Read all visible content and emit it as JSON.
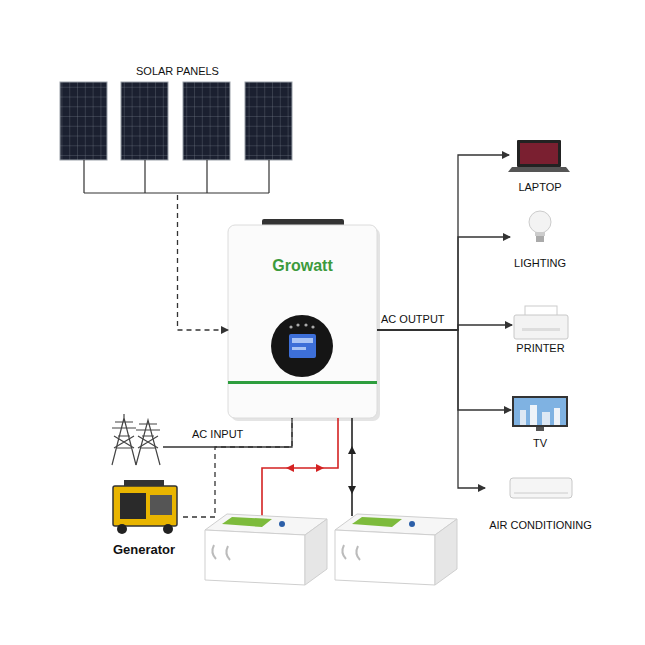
{
  "diagram": {
    "nodes": [
      {
        "text": [
          "SOLAR PANELS"
        ]
      },
      {
        "text": [
          "Growatt"
        ]
      },
      {
        "text": [
          "LAPTOP"
        ]
      },
      {
        "text": [
          "LIGHTING"
        ]
      },
      {
        "text": [
          "PRINTER"
        ]
      },
      {
        "text": [
          "TV"
        ]
      },
      {
        "text": [
          "Generator"
        ]
      },
      {
        "text": [
          "AIR CONDITIONING"
        ]
      }
    ],
    "edges": [
      {
        "from": 0,
        "to": 1,
        "arrow": "to"
      },
      {
        "from": 6,
        "to": 1,
        "label": "AC INPUT",
        "arrow": "none"
      },
      {
        "from": 1,
        "to": 2,
        "arrow": "to"
      },
      {
        "from": 1,
        "to": 3,
        "arrow": "to"
      },
      {
        "from": 1,
        "to": 4,
        "arrow": "to"
      },
      {
        "from": 1,
        "to": 5,
        "arrow": "to"
      },
      {
        "from": 1,
        "to": 7,
        "arrow": "to"
      }
    ],
    "labels": [
      "AC OUTPUT"
    ]
  }
}
